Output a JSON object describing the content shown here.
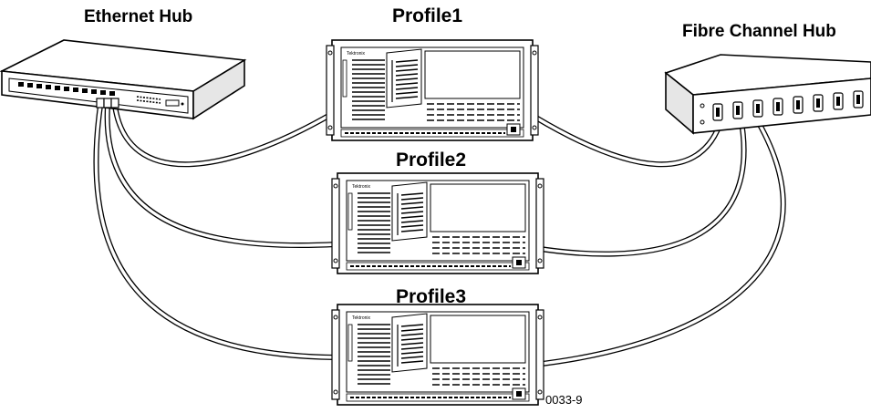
{
  "labels": {
    "ethernet_hub": "Ethernet Hub",
    "profile1": "Profile1",
    "profile2": "Profile2",
    "profile3": "Profile3",
    "fibre_channel_hub": "Fibre Channel Hub",
    "figure_number": "0033-9"
  },
  "device_brand": "Tektronix",
  "colors": {
    "line": "#000000",
    "panel": "#ffffff",
    "shade": "#cfcfcf"
  },
  "icons": [
    "ethernet-hub-device",
    "profile-server-unit",
    "fibre-channel-hub-device"
  ]
}
